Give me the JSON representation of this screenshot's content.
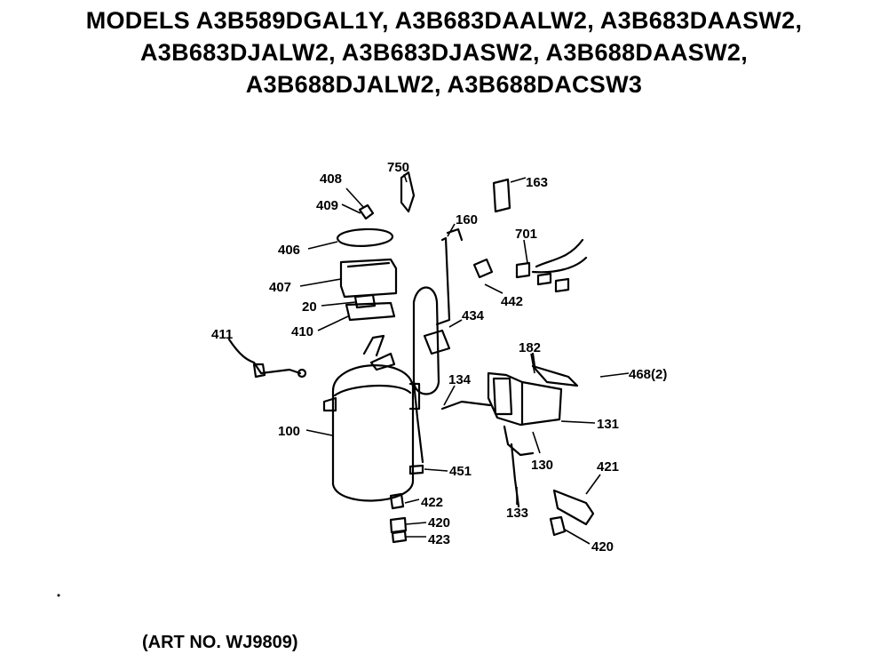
{
  "header": {
    "line1": "MODELS A3B589DGAL1Y, A3B683DAALW2, A3B683DAASW2,",
    "line2": "A3B683DJALW2, A3B683DJASW2, A3B688DAASW2,",
    "line3": "A3B688DJALW2, A3B688DACSW3"
  },
  "callouts": {
    "c408": "408",
    "c409": "409",
    "c406": "406",
    "c407": "407",
    "c20": "20",
    "c410": "410",
    "c411": "411",
    "c750": "750",
    "c163": "163",
    "c160": "160",
    "c701": "701",
    "c442": "442",
    "c434": "434",
    "c182": "182",
    "c134": "134",
    "c468": "468(2)",
    "c131": "131",
    "c100": "100",
    "c130": "130",
    "c451": "451",
    "c422": "422",
    "c420b": "420",
    "c423": "423",
    "c133": "133",
    "c421": "421",
    "c420": "420"
  },
  "footer": {
    "art_no": "(ART NO. WJ9809)"
  }
}
